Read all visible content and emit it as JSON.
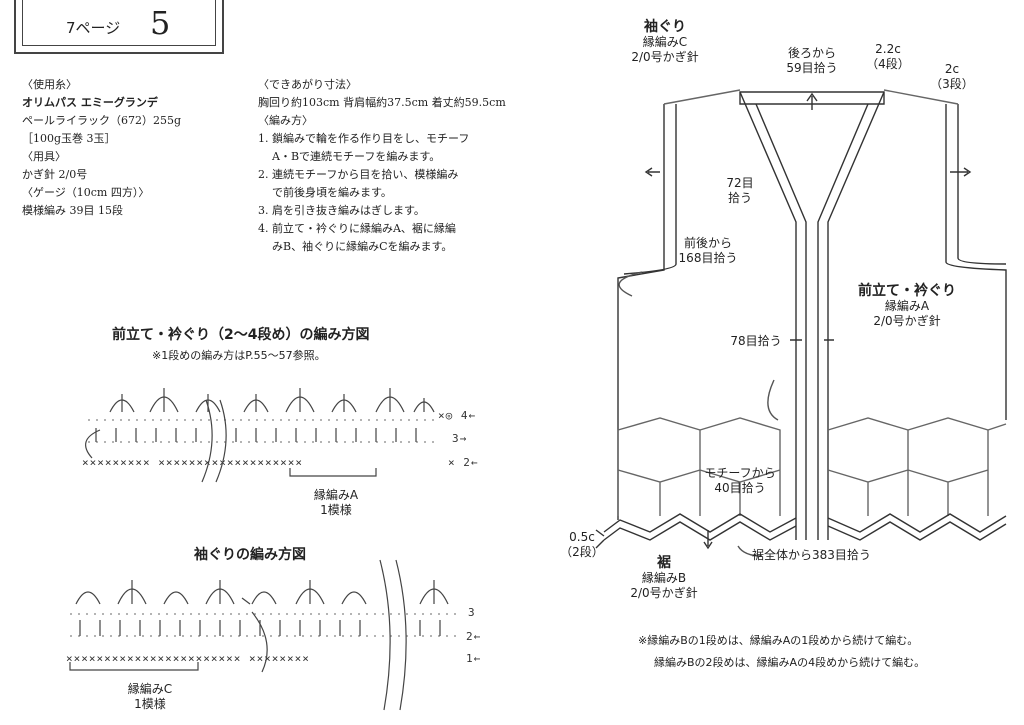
{
  "header": {
    "page_small": "7ページ",
    "page_number": "5"
  },
  "materials": {
    "yarn_heading": "〈使用糸〉",
    "yarn_name": "オリムパス エミーグランデ",
    "yarn_color": "ペールライラック（672）255g",
    "yarn_qty": "［100g玉巻 3玉］",
    "tools_heading": "〈用具〉",
    "tools": "かぎ針 2/0号",
    "gauge_heading": "〈ゲージ（10cm 四方）〉",
    "gauge": "模様編み 39目 15段"
  },
  "size": {
    "heading": "〈できあがり寸法〉",
    "values": "胸回り約103cm 背肩幅約37.5cm 着丈約59.5cm"
  },
  "method": {
    "heading": "〈編み方〉",
    "steps": [
      "1. 鎖編みで輪を作る作り目をし、モチーフ",
      "A・Bで連続モチーフを編みます。",
      "2. 連続モチーフから目を拾い、模様編み",
      "で前後身頃を編みます。",
      "3. 肩を引き抜き編みはぎします。",
      "4. 前立て・衿ぐりに縁編みA、裾に縁編",
      "みB、袖ぐりに縁編みCを編みます。"
    ]
  },
  "chart1": {
    "title": "前立て・衿ぐり（2〜4段め）の編み方図",
    "note": "※1段めの編み方はP.55〜57参照。",
    "rows": [
      "×◎ 4←",
      "3→",
      "× 2←"
    ],
    "row1": "××××××××× ×××××××××××××××××××",
    "pattern_label": "縁編みA",
    "repeat_label": "1模様"
  },
  "chart2": {
    "title": "袖ぐりの編み方図",
    "rows": [
      "3",
      "2←",
      "1←"
    ],
    "row1": "××××××××××××××××××××××× ××××××××",
    "pattern_label": "縁編みC",
    "repeat_label": "1模様"
  },
  "diagram": {
    "armhole_title": "袖ぐり",
    "armhole_edge": "縁編みC",
    "armhole_hook": "2/0号かぎ針",
    "back_pickup": "後ろから",
    "back_pickup_count": "59目拾う",
    "c1": "2.2c",
    "c1_rows": "（4段）",
    "c2": "2c",
    "c2_rows": "（3段）",
    "pickup72": "72目",
    "pickup72b": "拾う",
    "armhole_pickup": "前後から",
    "armhole_pickup_count": "168目拾う",
    "front_title": "前立て・衿ぐり",
    "front_edge": "縁編みA",
    "front_hook": "2/0号かぎ針",
    "pickup78": "78目拾う",
    "motif_pickup": "モチーフから",
    "motif_pickup_count": "40目拾う",
    "hem_c": "0.5c",
    "hem_rows": "（2段）",
    "hem_title": "裾",
    "hem_edge": "縁編みB",
    "hem_hook": "2/0号かぎ針",
    "hem_pickup": "裾全体から383目拾う",
    "footnote1": "※縁編みBの1段めは、縁編みAの1段めから続けて編む。",
    "footnote2": "縁編みBの2段めは、縁編みAの4段めから続けて編む。"
  }
}
